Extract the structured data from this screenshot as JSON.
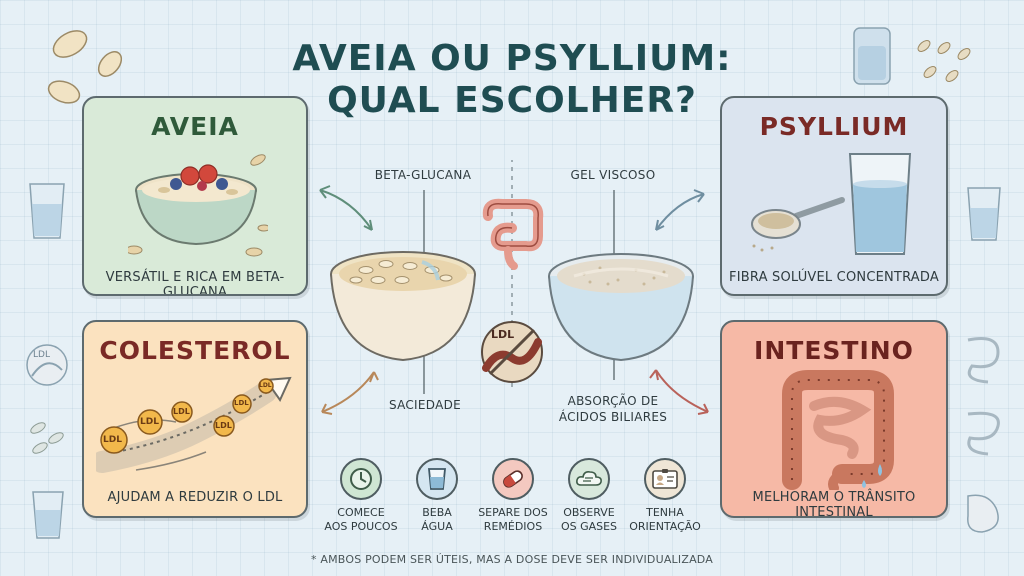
{
  "title": {
    "line1": "AVEIA OU PSYLLIUM:",
    "line2": "QUAL ESCOLHER?"
  },
  "cards": {
    "aveia": {
      "heading": "AVEIA",
      "caption": "VERSÁTIL E RICA EM BETA-GLUCANA"
    },
    "psyllium": {
      "heading": "PSYLLIUM",
      "caption": "FIBRA SOLÚVEL CONCENTRADA"
    },
    "colesterol": {
      "heading": "COLESTEROL",
      "caption": "AJUDAM A REDUZIR O LDL",
      "ldl_marks": [
        "LDL",
        "LDL",
        "LDL",
        "LDL",
        "LDL",
        "LDL"
      ]
    },
    "intestino": {
      "heading": "INTESTINO",
      "caption": "MELHORAM O TRÂNSITO INTESTINAL"
    }
  },
  "center": {
    "left_top_label": "BETA-GLUCANA",
    "left_bottom_label": "SACIEDADE",
    "right_top_label": "GEL VISCOSO",
    "right_bottom_label_1": "ABSORÇÃO DE",
    "right_bottom_label_2": "ÁCIDOS BILIARES",
    "ldl_badge": "LDL"
  },
  "tips": [
    {
      "line1": "COMECE",
      "line2": "AOS POUCOS",
      "icon": "clock-icon"
    },
    {
      "line1": "BEBA",
      "line2": "ÁGUA",
      "icon": "water-glass-icon"
    },
    {
      "line1": "SEPARE DOS",
      "line2": "REMÉDIOS",
      "icon": "pill-icon"
    },
    {
      "line1": "OBSERVE",
      "line2": "OS GASES",
      "icon": "gas-cloud-icon"
    },
    {
      "line1": "TENHA",
      "line2": "ORIENTAÇÃO",
      "icon": "id-badge-icon"
    }
  ],
  "side_icons": {
    "ldl_left": "LDL"
  },
  "footnote": "* AMBOS PODEM SER ÚTEIS, MAS A DOSE DEVE SER INDIVIDUALIZADA",
  "colors": {
    "title": "#1f4d52",
    "aveia_bg": "#d9ead8",
    "psyllium_bg": "#dbe4ef",
    "colesterol_bg": "#fbe2bf",
    "intestino_bg": "#f6b9a6",
    "aveia_heading": "#2f5a3a",
    "psyllium_heading": "#7a2a26",
    "colesterol_heading": "#7a2a26",
    "intestino_heading": "#6a231f"
  }
}
